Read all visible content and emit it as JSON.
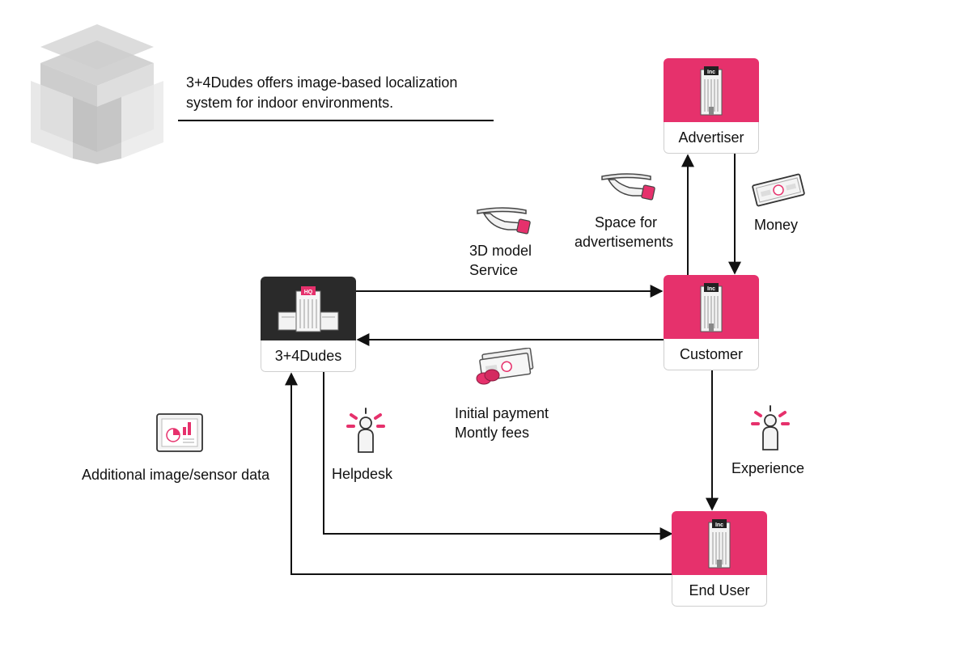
{
  "headline": {
    "line1": "3+4Dudes offers image-based localization",
    "line2": "system for indoor environments."
  },
  "nodes": {
    "advertiser": "Advertiser",
    "customer": "Customer",
    "dudes": "3+4Dudes",
    "end_user": "End User"
  },
  "node_badges": {
    "inc": "Inc",
    "hq": "HQ"
  },
  "edge_labels": {
    "model_service_1": "3D model",
    "model_service_2": "Service",
    "ad_space_1": "Space for",
    "ad_space_2": "advertisements",
    "money": "Money",
    "payment_1": "Initial payment",
    "payment_2": "Montly fees",
    "experience": "Experience",
    "helpdesk": "Helpdesk",
    "sensor_data": "Additional image/sensor data"
  },
  "icons": {
    "logo": "layered-cube-logo",
    "service": "serving-hand-icon",
    "money": "banknote-icon",
    "payment": "banknotes-coins-icon",
    "person": "person-alert-icon",
    "report": "report-chart-icon",
    "building": "office-building-icon"
  },
  "colors": {
    "accent": "#e6316c",
    "dark_node": "#2a2a2a",
    "line": "#111111",
    "logo_gray": "#b5b5b5"
  }
}
